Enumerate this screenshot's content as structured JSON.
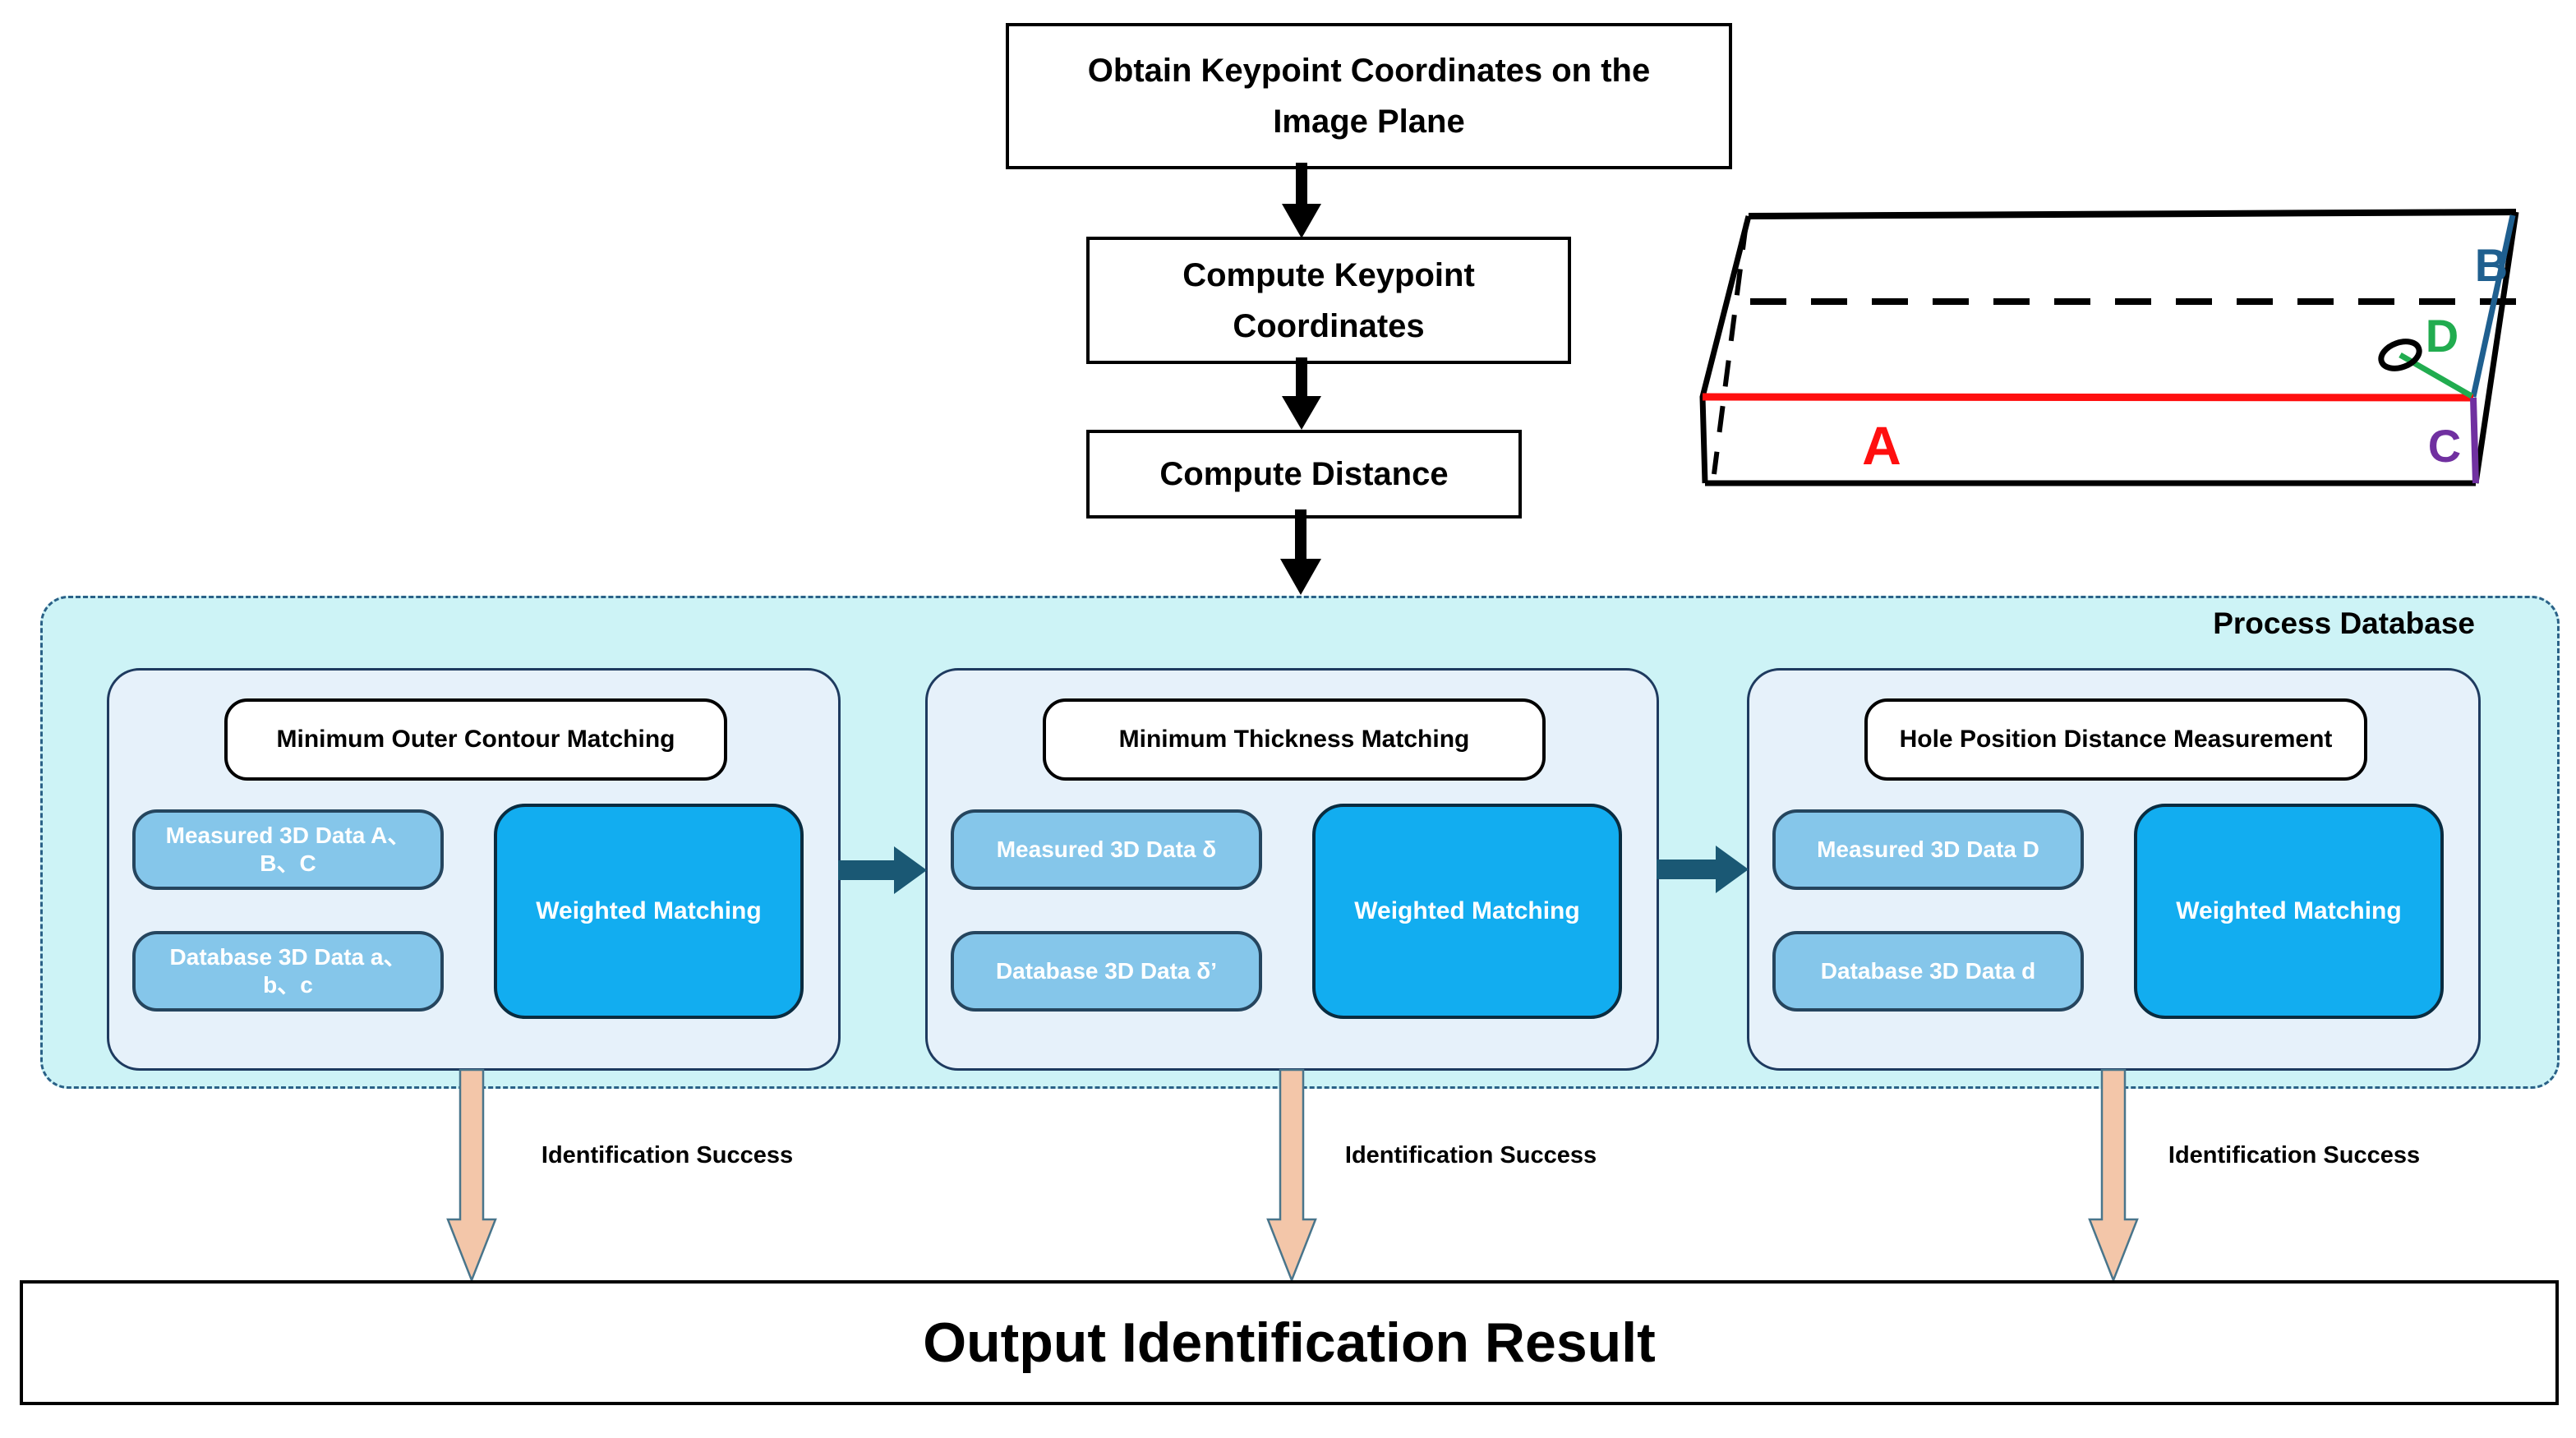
{
  "flow_steps": [
    {
      "label": "Obtain Keypoint Coordinates on the Image Plane"
    },
    {
      "label": "Compute Keypoint Coordinates"
    },
    {
      "label": "Compute Distance"
    }
  ],
  "process_database": {
    "title": "Process Database",
    "panels": [
      {
        "title": "Minimum Outer Contour Matching",
        "measured": "Measured 3D Data A、B、C",
        "database": "Database 3D Data a、b、c",
        "weighted": "Weighted Matching",
        "result": "Identification Success"
      },
      {
        "title": "Minimum Thickness Matching",
        "measured": "Measured 3D Data δ",
        "database": "Database 3D Data δ’",
        "weighted": "Weighted Matching",
        "result": "Identification Success"
      },
      {
        "title": "Hole Position Distance Measurement",
        "measured": "Measured 3D Data D",
        "database": "Database 3D Data d",
        "weighted": "Weighted Matching",
        "result": "Identification Success"
      }
    ]
  },
  "output": {
    "label": "Output Identification Result"
  },
  "diagram_3d": {
    "edge_labels": {
      "front": "A",
      "right_top": "B",
      "right_front": "C",
      "hole": "D"
    },
    "label_colors": {
      "front": "#ff0f0f",
      "right_top": "#1f5f8f",
      "right_front": "#7030a0",
      "hole": "#21ac4f"
    }
  },
  "colors": {
    "container_fill": "#cdf3f6",
    "container_border": "#2a6187",
    "panel_fill": "#e6f1fa",
    "data_box_fill": "#85c6ea",
    "weighted_box_fill": "#12adf0",
    "flow_arrow": "#000000",
    "step_arrow": "#1a5874",
    "success_arrow_fill": "#f3c6a9",
    "success_arrow_stroke": "#49758b"
  }
}
